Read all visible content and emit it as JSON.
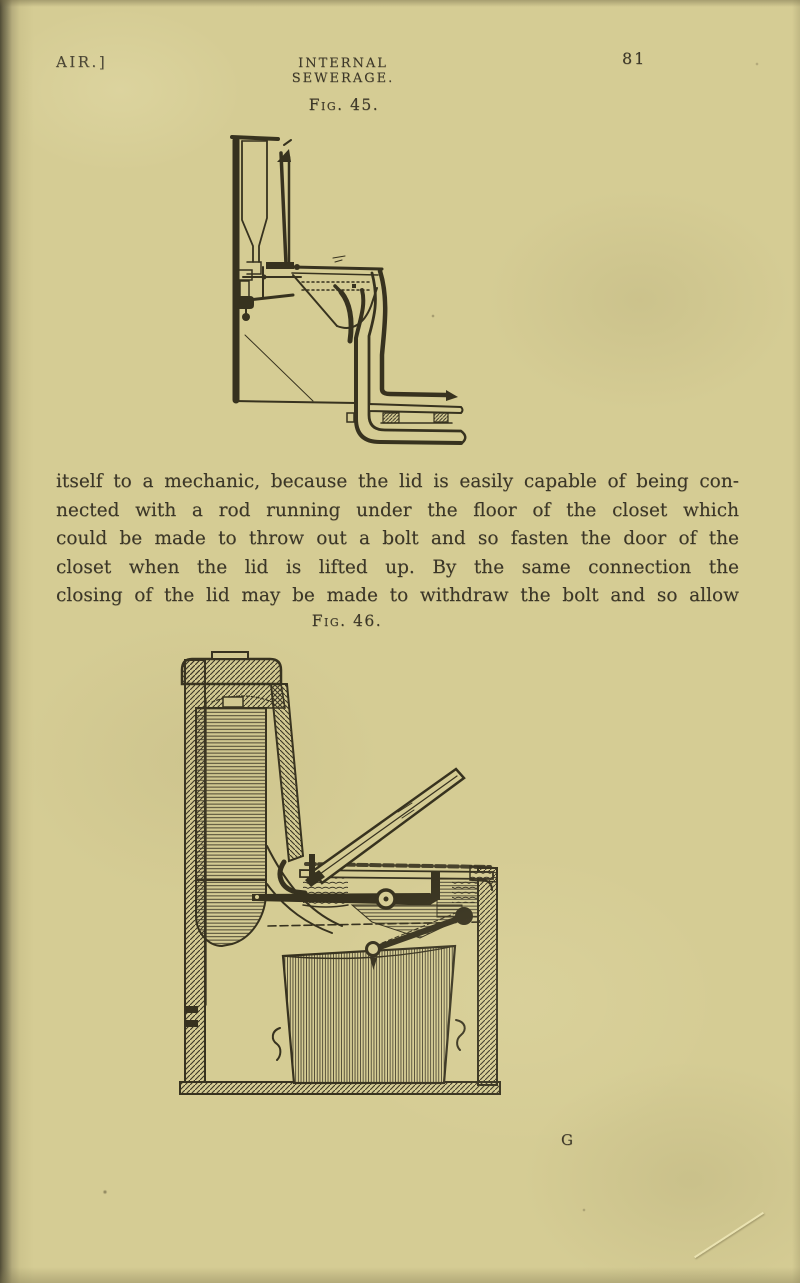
{
  "header": {
    "running_title_left": "AIR.]",
    "running_title_center": "INTERNAL SEWERAGE.",
    "page_number": "81"
  },
  "figures": {
    "fig45": {
      "caption": "Fig. 45."
    },
    "fig46": {
      "caption": "Fig. 46."
    }
  },
  "body": {
    "lines": [
      "itself to a mechanic, because the lid is easily capable of being con-",
      "nected with a rod running under the floor of the closet which",
      "could be made to throw out a bolt and so fasten the door of the",
      "closet when the lid is lifted up.  By the same connection the",
      "closing of the lid may be made to withdraw the bolt and so allow"
    ]
  },
  "footer": {
    "signature_mark": "G"
  },
  "colors": {
    "paper": "#d5cc94",
    "ink": "#3a3525",
    "edge_dark": "#4f4b36"
  }
}
